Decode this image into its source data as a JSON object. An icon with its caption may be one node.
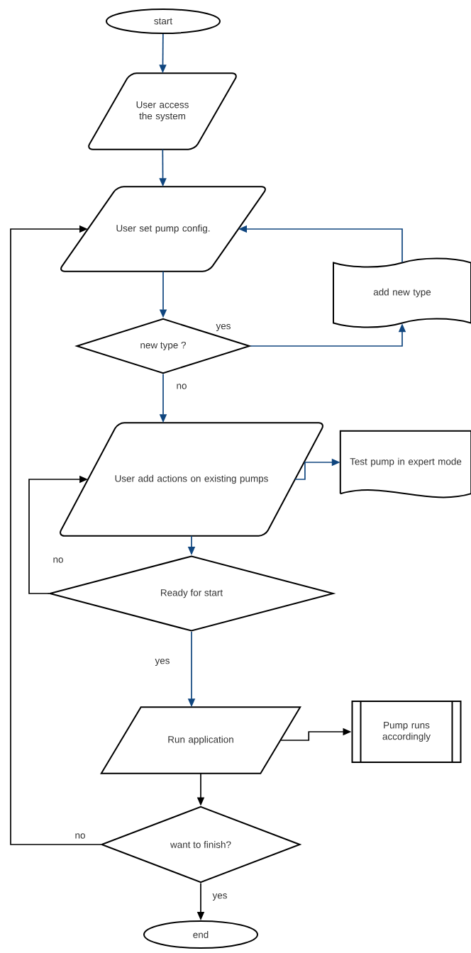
{
  "diagram": {
    "nodes": [
      {
        "text": [
          "start"
        ]
      },
      {
        "text": [
          "User access the system"
        ]
      },
      {
        "text": [
          "User set pump config."
        ]
      },
      {
        "text": [
          "add new type"
        ]
      },
      {
        "text": [
          "new type ?"
        ]
      },
      {
        "text": [
          "User add actions on existing pumps"
        ]
      },
      {
        "text": [
          "Test pump in expert mode"
        ]
      },
      {
        "text": [
          "Ready for start"
        ]
      },
      {
        "text": [
          "Run application"
        ]
      },
      {
        "text": [
          "Pump runs accordingly"
        ]
      },
      {
        "text": [
          "want to finish?"
        ]
      },
      {
        "text": [
          "end"
        ]
      }
    ],
    "edges": [
      {
        "from": 0,
        "to": 1,
        "arrow": "to"
      },
      {
        "from": 1,
        "to": 2,
        "arrow": "to"
      },
      {
        "from": 2,
        "to": 4,
        "arrow": "to"
      },
      {
        "from": 4,
        "to": 3,
        "arrow": "to",
        "label": "yes"
      },
      {
        "from": 3,
        "to": 2,
        "arrow": "to"
      },
      {
        "from": 4,
        "to": 5,
        "arrow": "to",
        "label": "no"
      },
      {
        "from": 5,
        "to": 6,
        "arrow": "to"
      },
      {
        "from": 5,
        "to": 7,
        "arrow": "to"
      },
      {
        "from": 7,
        "to": 5,
        "arrow": "to",
        "label": "no",
        "color": "#000000"
      },
      {
        "from": 7,
        "to": 8,
        "arrow": "to",
        "label": "yes"
      },
      {
        "from": 8,
        "to": 9,
        "arrow": "to",
        "color": "#000000"
      },
      {
        "from": 8,
        "to": 10,
        "arrow": "to",
        "color": "#000000"
      },
      {
        "from": 10,
        "to": 2,
        "arrow": "to",
        "label": "no",
        "color": "#000000"
      },
      {
        "from": 10,
        "to": 11,
        "arrow": "to",
        "label": "yes",
        "color": "#000000"
      }
    ]
  }
}
